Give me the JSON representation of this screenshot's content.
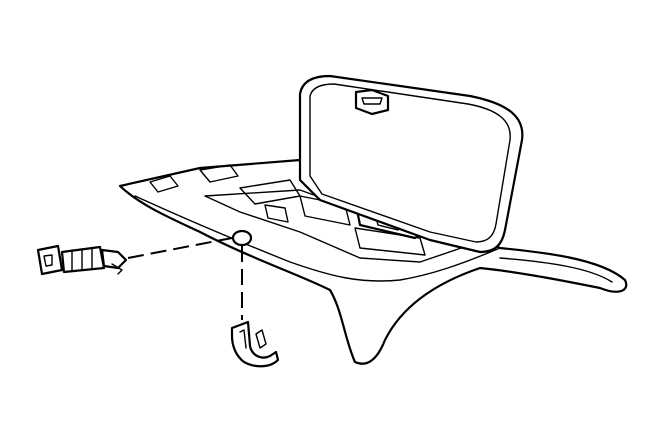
{
  "diagram": {
    "colors": {
      "line": "#000000",
      "background": "#ffffff"
    },
    "parts": [
      "lock-cylinder",
      "retainer-clip",
      "console-lid",
      "console-base",
      "lid-latch",
      "latch-striker"
    ]
  }
}
